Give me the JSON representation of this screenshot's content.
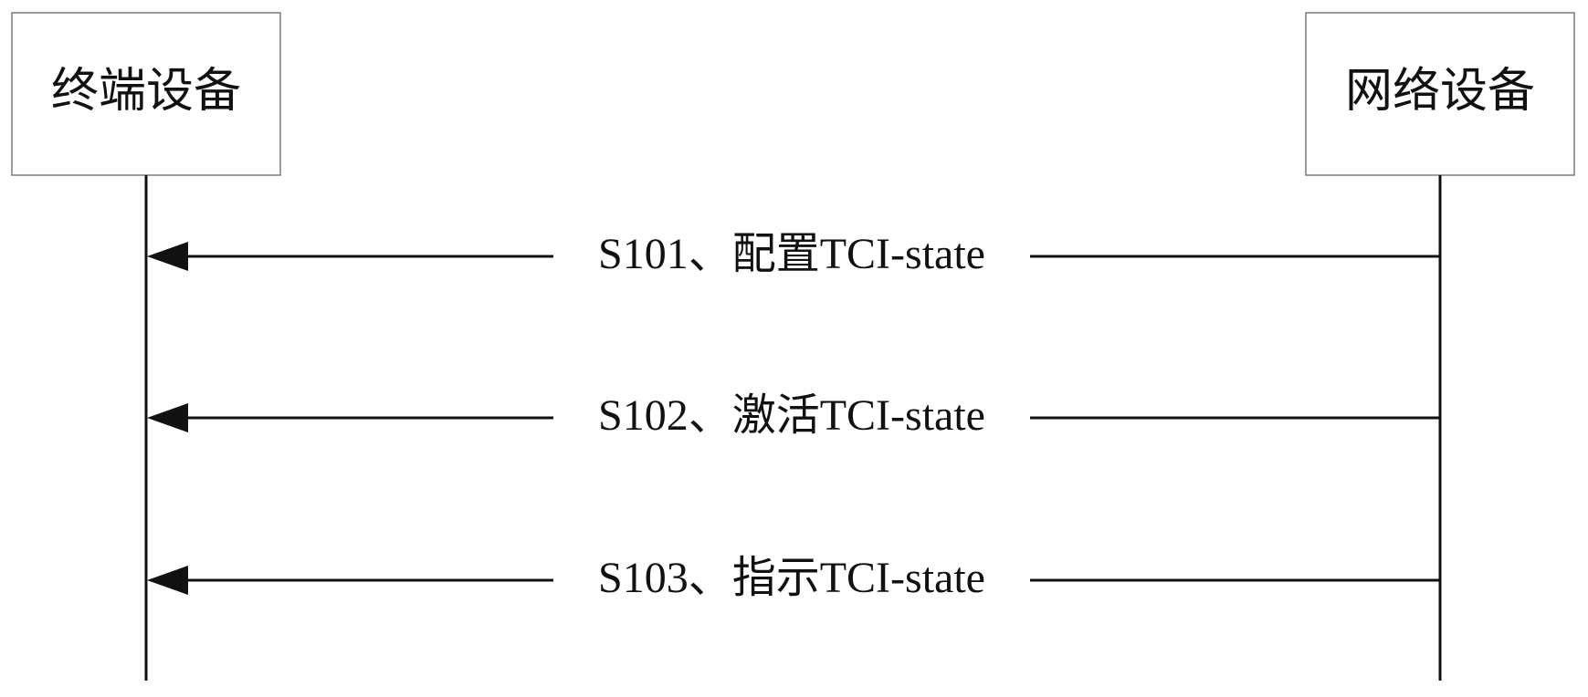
{
  "participants": [
    {
      "id": "terminal",
      "label": "终端设备"
    },
    {
      "id": "network",
      "label": "网络设备"
    }
  ],
  "messages": [
    {
      "from": "network",
      "to": "terminal",
      "label": "S101、配置TCI-state"
    },
    {
      "from": "network",
      "to": "terminal",
      "label": "S102、激活TCI-state"
    },
    {
      "from": "network",
      "to": "terminal",
      "label": "S103、指示TCI-state"
    }
  ]
}
